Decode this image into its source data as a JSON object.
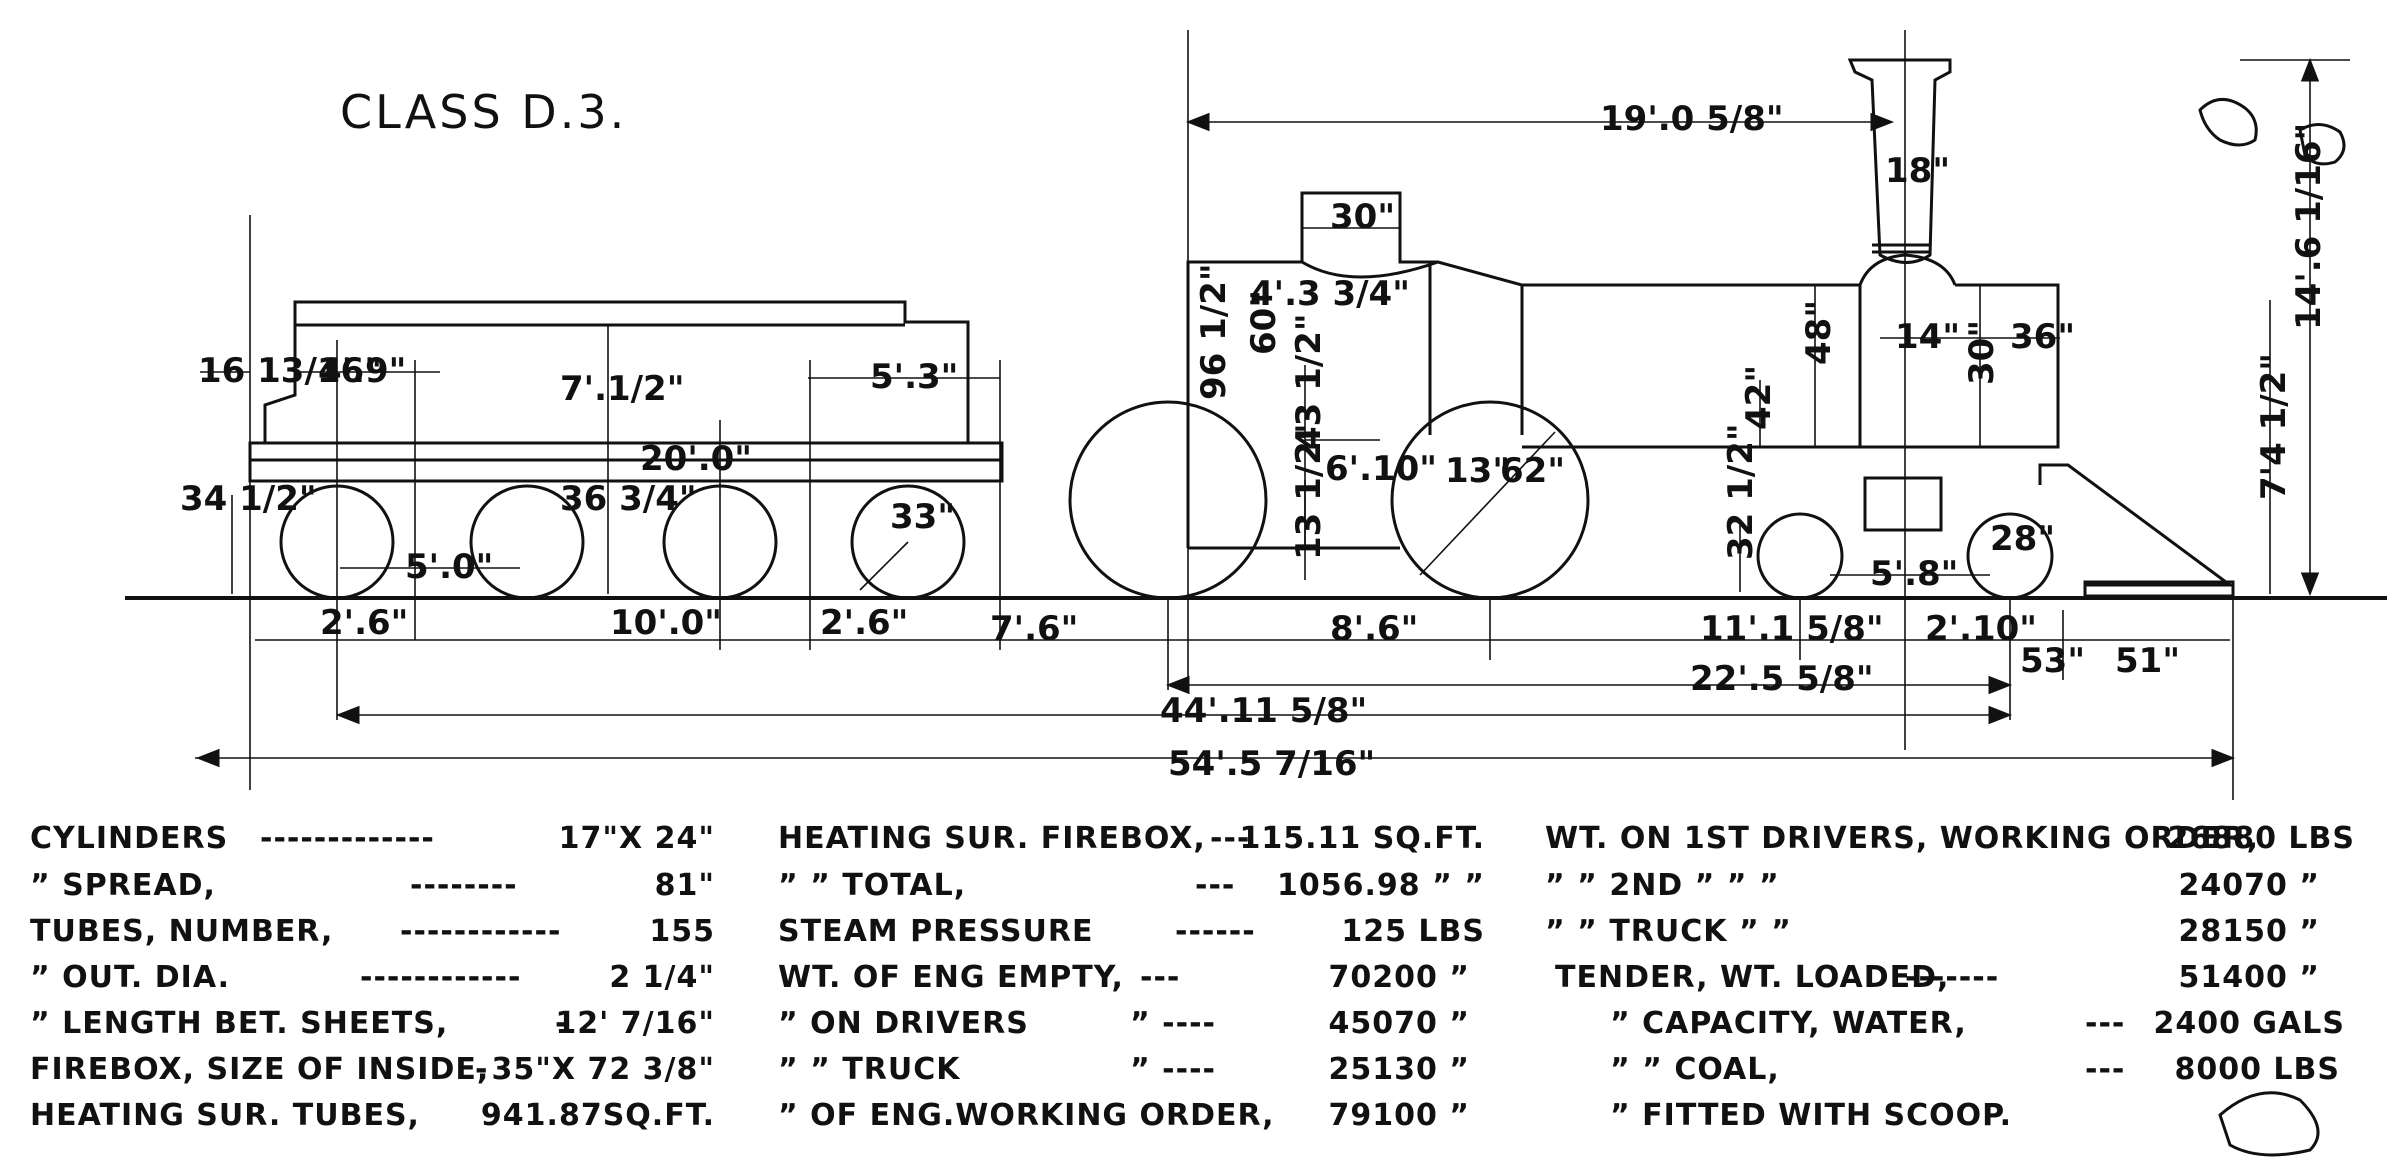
{
  "title": "CLASS D.3.",
  "dimensions": {
    "tender_front_overhang": "16 13/16\"",
    "tender_tank_front": "4'.9\"",
    "tender_tank_height": "7'.1/2\"",
    "tender_tank_rear": "5'.3\"",
    "tender_frame_length": "20'.0\"",
    "tender_frame_height": "34 1/2\"",
    "tender_axle_height": "36 3/4\"",
    "tender_wheel_spacing": "5'.0\"",
    "tender_wheel_dia": "33\"",
    "dim_2_6_left": "2'.6\"",
    "dim_10_0": "10'.0\"",
    "dim_2_6_right": "2'.6\"",
    "dim_7_6": "7'.6\"",
    "dim_8_6": "8'.6\"",
    "dim_11_1": "11'.1 5/8\"",
    "dim_2_10": "2'.10\"",
    "dim_53": "53\"",
    "dim_51": "51\"",
    "dim_22_5": "22'.5 5/8\"",
    "dim_44_11": "44'.11 5/8\"",
    "dim_54_5": "54'.5 7/16\"",
    "dim_19_0": "19'.0 5/8\"",
    "dim_14_6": "14'.6 1/16\"",
    "dim_7_4": "7'4 1/2\"",
    "cab_30": "30\"",
    "cab_4_3": "4'.3 3/4\"",
    "cab_96": "96 1/2\"",
    "cab_60": "60\"",
    "cab_43": "43 1/2\"",
    "cab_13": "13 1/2\"",
    "driver_6_10": "6'.10\"",
    "driver_13": "13\"",
    "driver_62": "62\"",
    "stack_18": "18\"",
    "dome_48": "48\"",
    "dim_42": "42\"",
    "dim_14": "14\"",
    "dim_30": "30\"",
    "dim_36": "36\"",
    "truck_32": "32 1/2\"",
    "truck_5_8": "5'.8\"",
    "truck_28": "28\""
  },
  "specs": {
    "col1": [
      {
        "label": "CYLINDERS",
        "leader": "-------------",
        "value": "17\"X 24\""
      },
      {
        "label": "”        SPREAD,",
        "leader": "--------",
        "value": "81\""
      },
      {
        "label": "TUBES, NUMBER,",
        "leader": "------------",
        "value": "155"
      },
      {
        "label": "”     OUT. DIA.",
        "leader": "------------",
        "value": "2 1/4\""
      },
      {
        "label": "”     LENGTH BET. SHEETS,",
        "leader": "-",
        "value": "12' 7/16\""
      },
      {
        "label": "FIREBOX, SIZE OF INSIDE,",
        "leader": "-",
        "value": "35\"X 72 3/8\""
      },
      {
        "label": "HEATING SUR. TUBES,",
        "leader": "",
        "value": "941.87SQ.FT."
      }
    ],
    "col2": [
      {
        "label": "HEATING SUR. FIREBOX,",
        "leader": "---",
        "value": "115.11 SQ.FT."
      },
      {
        "label": "”        ” TOTAL,",
        "leader": "---",
        "value": "1056.98 ” ”"
      },
      {
        "label": "STEAM PRESSURE",
        "leader": "------",
        "value": "125 LBS"
      },
      {
        "label": "WT. OF ENG EMPTY,",
        "leader": "---",
        "value": "70200 ”"
      },
      {
        "label": "” ON DRIVERS",
        "leader": "” ----",
        "value": "45070 ”"
      },
      {
        "label": "” ” TRUCK",
        "leader": "” ----",
        "value": "25130 ”"
      },
      {
        "label": "” OF ENG.WORKING ORDER,",
        "leader": "",
        "value": "79100 ”"
      }
    ],
    "col3": [
      {
        "label": "WT. ON 1ST DRIVERS, WORKING ORDER,",
        "leader": "",
        "value": "26880 LBS"
      },
      {
        "label": "” ” 2ND   ”        ”        ”",
        "leader": "",
        "value": "24070 ”"
      },
      {
        "label": "” ”   TRUCK    ”        ”",
        "leader": "",
        "value": "28150 ”"
      },
      {
        "label": "TENDER, WT. LOADED,",
        "leader": "-------",
        "value": "51400 ”"
      },
      {
        "label": "”      CAPACITY, WATER,",
        "leader": "---",
        "value": "2400 GALS"
      },
      {
        "label": "”         ”        COAL,",
        "leader": "---",
        "value": "8000 LBS"
      },
      {
        "label": "”        FITTED WITH SCOOP.",
        "leader": "",
        "value": ""
      }
    ]
  }
}
